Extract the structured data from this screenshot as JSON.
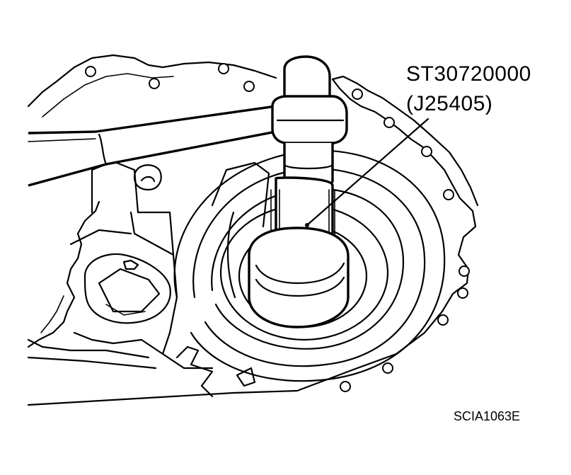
{
  "illustration": {
    "icon": "transaxle-case-seal-installation-illustration"
  },
  "labels": {
    "tool_part_number": "ST30720000",
    "tool_alt_number": "(J25405)",
    "figure_code": "SCIA1063E"
  },
  "colors": {
    "line": "#000000",
    "background": "#ffffff"
  }
}
